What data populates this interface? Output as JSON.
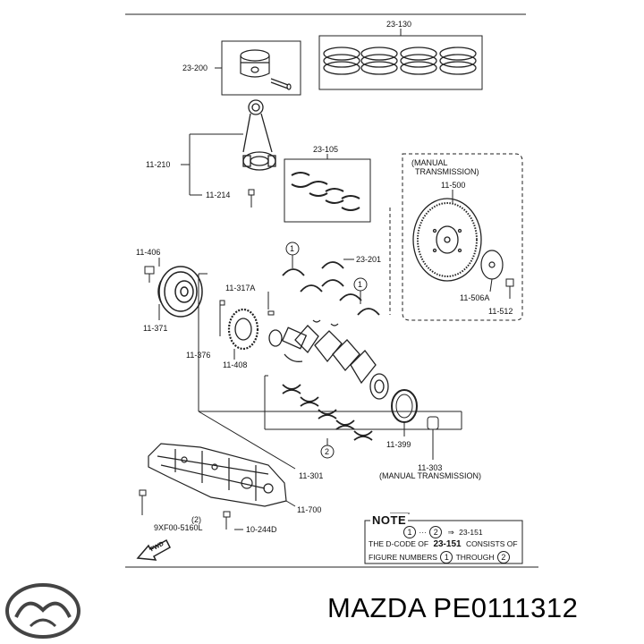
{
  "labels": {
    "rings": "23-130",
    "piston": "23-200",
    "rod": "11-210",
    "rod_bolt": "11-214",
    "rod_bearing": "23-105",
    "manual_top": "(MANUAL",
    "transmission_top": "TRANSMISSION)",
    "flywheel": "11-500",
    "thrust_bearing": "23-201",
    "flywheel_plate": "11-506A",
    "flywheel_bolt": "11-512",
    "pulley_bolt": "11-406",
    "pulley": "11-371",
    "key": "11-317A",
    "timing_plate_bolt": "11-376",
    "timing_plate": "11-408",
    "rear_seal": "11-399",
    "pilot_bearing": "11-303",
    "manual_trans_pilot": "(MANUAL TRANSMISSION)",
    "main_bearing": "11-301",
    "oil_pan_assy": "11-700",
    "bolt_part": "9XF00-5160L",
    "bolt_qty": "(2)",
    "stud": "10-244D",
    "circle_1": "1",
    "circle_2": "2",
    "fwd": "FWD"
  },
  "note": {
    "title": "NOTE",
    "line1_a": "1",
    "line1_dots": "···",
    "line1_b": "2",
    "line1_arrow": "⇒",
    "line1_code": "23-151",
    "line2_a": "THE D-CODE OF",
    "line2_code": "23-151",
    "line2_b": "CONSISTS OF",
    "line3_a": "FIGURE NUMBERS",
    "line3_n1": "1",
    "line3_through": "THROUGH",
    "line3_n2": "2"
  },
  "caption": "MAZDA PE0111312"
}
